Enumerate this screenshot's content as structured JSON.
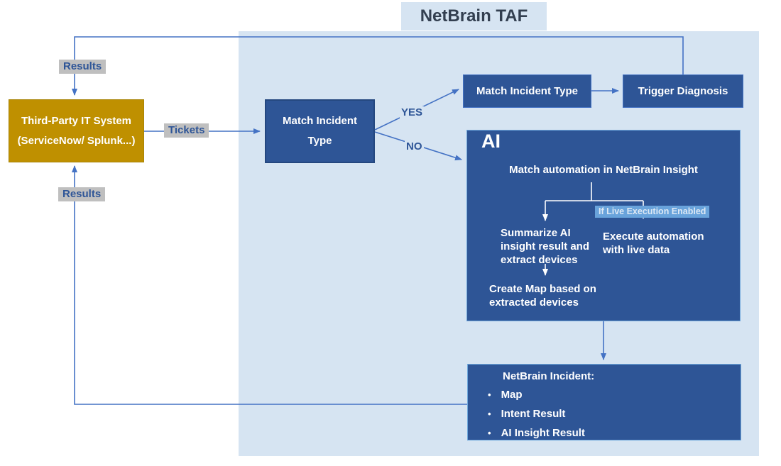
{
  "title": "NetBrain TAF",
  "colors": {
    "panel": "#D6E4F2",
    "box-blue": "#2E5596",
    "box-border-dark": "#24477F",
    "box-border-light": "#6FA8DC",
    "box-border-mid": "#4472C4",
    "gold": "#BF9000",
    "gold-border": "#A88407",
    "arrow": "#4472C4",
    "label-bg": "#BFBFBF",
    "label-text": "#2E5597",
    "title-text": "#333F50",
    "condition-bg": "#69A3DB",
    "condition-text": "#DDE8F4"
  },
  "nodes": {
    "third_party": {
      "line1": "Third-Party IT System",
      "line2": "(ServiceNow/ Splunk...)"
    },
    "match_incident_center": {
      "line1": "Match Incident",
      "line2": "Type"
    },
    "match_incident_top": {
      "label": "Match Incident Type"
    },
    "trigger_diagnosis": {
      "label": "Trigger Diagnosis"
    },
    "ai": {
      "label": "AI",
      "match_automation": "Match automation in NetBrain Insight",
      "condition_label": "If Live Execution Enabled",
      "summarize": "Summarize AI\ninsight result and\nextract devices",
      "execute": "Execute automation\nwith live data",
      "create_map": "Create Map based on\nextracted devices"
    },
    "netbrain_incident": {
      "title": "NetBrain Incident:",
      "bullets": [
        "Map",
        "Intent Result",
        "AI Insight Result"
      ]
    }
  },
  "edges": {
    "results_top": "Results",
    "results_bottom": "Results",
    "tickets": "Tickets",
    "yes": "YES",
    "no": "NO"
  }
}
